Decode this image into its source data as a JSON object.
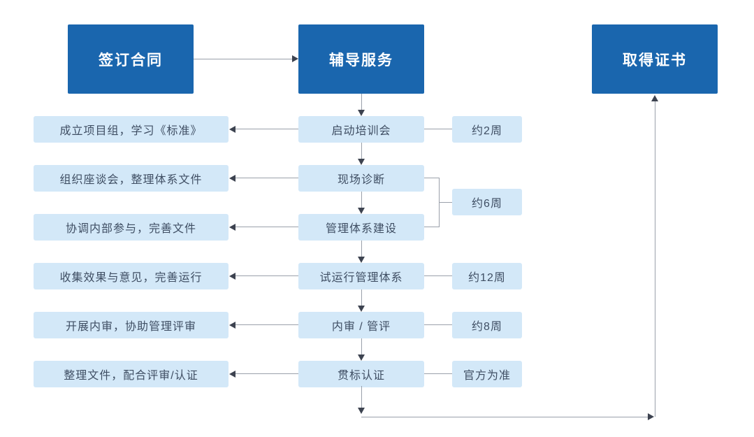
{
  "colors": {
    "canvas_bg": "#FFFFFF",
    "primary_box_bg": "#1A66AE",
    "primary_box_text": "#FFFFFF",
    "light_box_bg": "#D3E8F8",
    "light_box_text": "#3F4E63",
    "line": "#9AA0AA",
    "arrowhead": "#3D4350"
  },
  "diagram": {
    "stages": [
      {
        "id": "sign-contract",
        "label": "签订合同"
      },
      {
        "id": "coaching-service",
        "label": "辅导服务"
      },
      {
        "id": "obtain-certificate",
        "label": "取得证书"
      }
    ],
    "steps": [
      {
        "label": "启动培训会",
        "deliverable": "成立项目组，学习《标准》",
        "duration": "约2周"
      },
      {
        "label": "现场诊断",
        "deliverable": "组织座谈会，整理体系文件"
      },
      {
        "label": "管理体系建设",
        "deliverable": "协调内部参与，完善文件"
      },
      {
        "label": "试运行管理体系",
        "deliverable": "收集效果与意见，完善运行",
        "duration": "约12周"
      },
      {
        "label": "内审 / 管评",
        "deliverable": "开展内审，协助管理评审",
        "duration": "约8周"
      },
      {
        "label": "贯标认证",
        "deliverable": "整理文件，配合评审/认证",
        "duration": "官方为准"
      }
    ],
    "shared_duration": {
      "label": "约6周",
      "applies_to": [
        "现场诊断",
        "管理体系建设"
      ]
    },
    "edges": [
      {
        "from": "签订合同",
        "to": "辅导服务"
      },
      {
        "from": "辅导服务",
        "to": "启动培训会"
      },
      {
        "from": "启动培训会",
        "to": "现场诊断"
      },
      {
        "from": "现场诊断",
        "to": "管理体系建设"
      },
      {
        "from": "管理体系建设",
        "to": "试运行管理体系"
      },
      {
        "from": "试运行管理体系",
        "to": "内审 / 管评"
      },
      {
        "from": "内审 / 管评",
        "to": "贯标认证"
      },
      {
        "from": "贯标认证",
        "to": "取得证书"
      }
    ]
  }
}
